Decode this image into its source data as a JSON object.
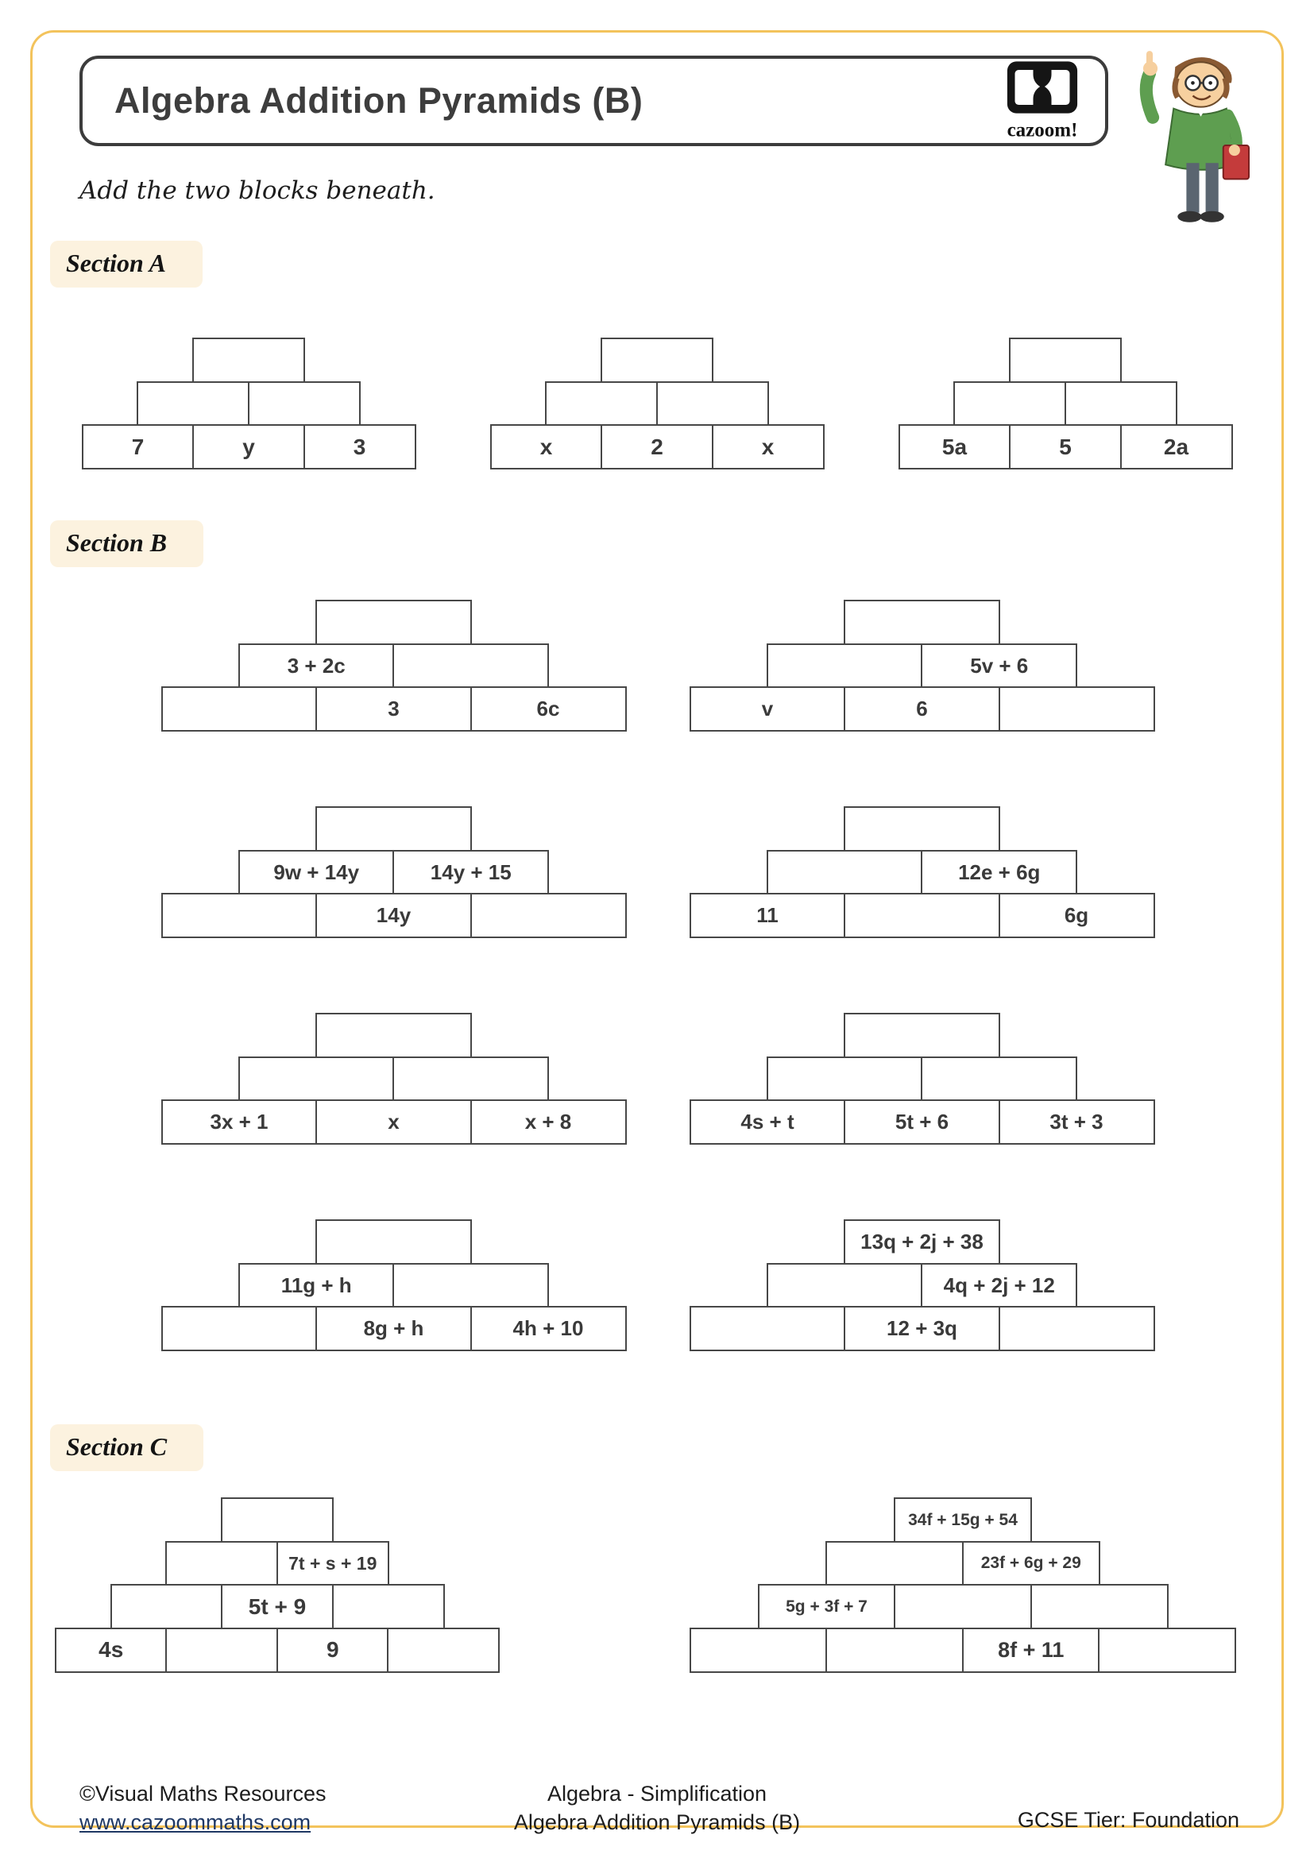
{
  "page": {
    "title": "Algebra Addition Pyramids (B)",
    "instruction": "Add the two blocks beneath.",
    "logo": {
      "text": "cazoom!"
    },
    "sections": {
      "a": "Section A",
      "b": "Section B",
      "c": "Section C"
    },
    "footer": {
      "copyright": "©Visual Maths Resources",
      "url": "www.cazoommaths.com",
      "topic": "Algebra - Simplification",
      "sheet": "Algebra Addition Pyramids (B)",
      "tier": "GCSE Tier: Foundation"
    },
    "colors": {
      "frame": "#F3C35C",
      "section_label_bg": "#FCF2DF",
      "cell_border": "#474747",
      "ink": "#3A3A3A"
    }
  },
  "pyramids": {
    "section_a": [
      [
        [
          ""
        ],
        [
          "",
          ""
        ],
        [
          "7",
          "y",
          "3"
        ]
      ],
      [
        [
          ""
        ],
        [
          "",
          ""
        ],
        [
          "x",
          "2",
          "x"
        ]
      ],
      [
        [
          ""
        ],
        [
          "",
          ""
        ],
        [
          "5a",
          "5",
          "2a"
        ]
      ]
    ],
    "section_b": [
      [
        [
          ""
        ],
        [
          "3 + 2c",
          ""
        ],
        [
          "",
          "3",
          "6c"
        ]
      ],
      [
        [
          ""
        ],
        [
          "",
          "5v + 6"
        ],
        [
          "v",
          "6",
          ""
        ]
      ],
      [
        [
          ""
        ],
        [
          "9w + 14y",
          "14y + 15"
        ],
        [
          "",
          "14y",
          ""
        ]
      ],
      [
        [
          ""
        ],
        [
          "",
          "12e + 6g"
        ],
        [
          "11",
          "",
          "6g"
        ]
      ],
      [
        [
          ""
        ],
        [
          "",
          ""
        ],
        [
          "3x + 1",
          "x",
          "x + 8"
        ]
      ],
      [
        [
          ""
        ],
        [
          "",
          ""
        ],
        [
          "4s + t",
          "5t + 6",
          "3t + 3"
        ]
      ],
      [
        [
          ""
        ],
        [
          "11g + h",
          ""
        ],
        [
          "",
          "8g + h",
          "4h + 10"
        ]
      ],
      [
        [
          "13q + 2j + 38"
        ],
        [
          "",
          "4q + 2j + 12"
        ],
        [
          "",
          "12 + 3q",
          ""
        ]
      ]
    ],
    "section_c": [
      [
        [
          ""
        ],
        [
          "",
          "7t + s + 19"
        ],
        [
          "",
          "5t + 9",
          ""
        ],
        [
          "4s",
          "",
          "9",
          ""
        ]
      ],
      [
        [
          "34f + 15g + 54"
        ],
        [
          "",
          "23f + 6g + 29"
        ],
        [
          "5g + 3f + 7",
          "",
          ""
        ],
        [
          "",
          "",
          "8f + 11",
          ""
        ]
      ]
    ]
  }
}
